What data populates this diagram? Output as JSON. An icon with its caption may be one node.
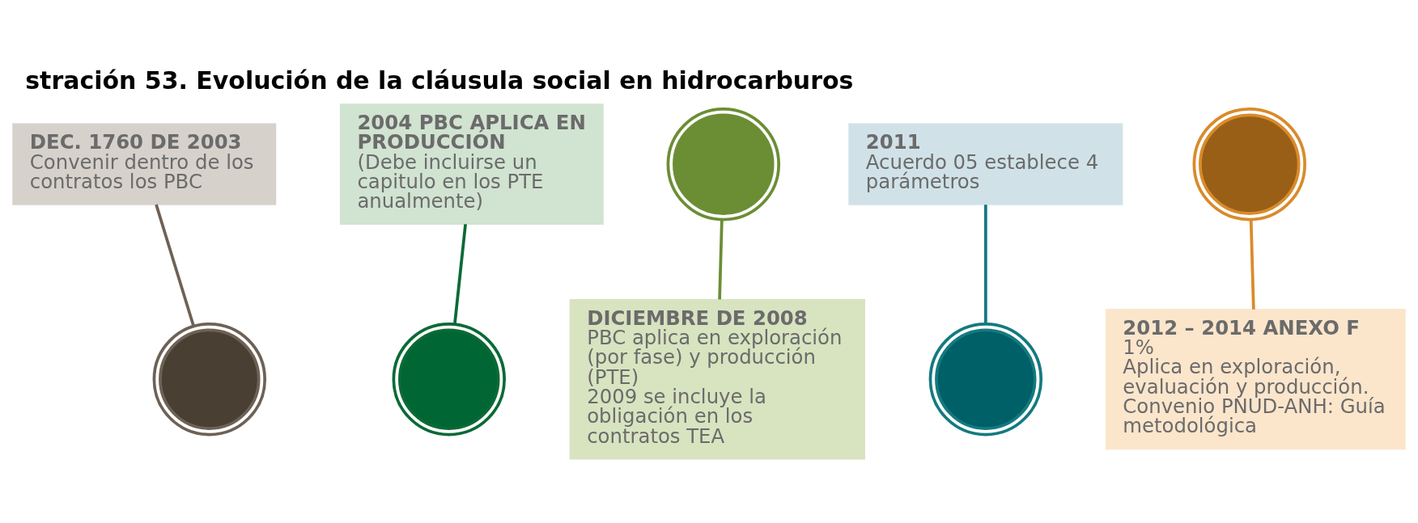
{
  "diagram": {
    "title": "stración 53. Evolución de la cláusula social en hidrocarburos",
    "nodes": [
      {
        "text": [
          "DEC. 1760 DE 2003",
          "Convenir dentro de los contratos los PBC"
        ]
      },
      {
        "text": [],
        "shape": "circle"
      },
      {
        "text": [
          "2004 PBC APLICA EN PRODUCCIÓN",
          "(Debe incluirse un capitulo en los PTE anualmente)"
        ]
      },
      {
        "text": [],
        "shape": "circle"
      },
      {
        "text": [],
        "shape": "circle"
      },
      {
        "text": [
          "DICIEMBRE DE 2008",
          "PBC aplica en exploración (por fase) y producción (PTE)",
          "2009 se incluye la obligación en los contratos TEA"
        ]
      },
      {
        "text": [
          "2011",
          "Acuerdo 05 establece 4 parámetros"
        ]
      },
      {
        "text": [],
        "shape": "circle"
      },
      {
        "text": [],
        "shape": "circle"
      },
      {
        "text": [
          "2012 – 2014 ANEXO F",
          "1%",
          "Aplica en exploración, evaluación y producción.",
          "Convenio PNUD-ANH: Guía metodológica"
        ]
      }
    ],
    "edges": [
      {
        "from": 0,
        "to": 1,
        "arrow": "none",
        "color": "#6e6155"
      },
      {
        "from": 2,
        "to": 3,
        "arrow": "none",
        "color": "#0a6a35"
      },
      {
        "from": 4,
        "to": 5,
        "arrow": "none",
        "color": "#6b8e35"
      },
      {
        "from": 6,
        "to": 7,
        "arrow": "none",
        "color": "#137a80"
      },
      {
        "from": 8,
        "to": 9,
        "arrow": "none",
        "color": "#d98b2b"
      }
    ]
  }
}
